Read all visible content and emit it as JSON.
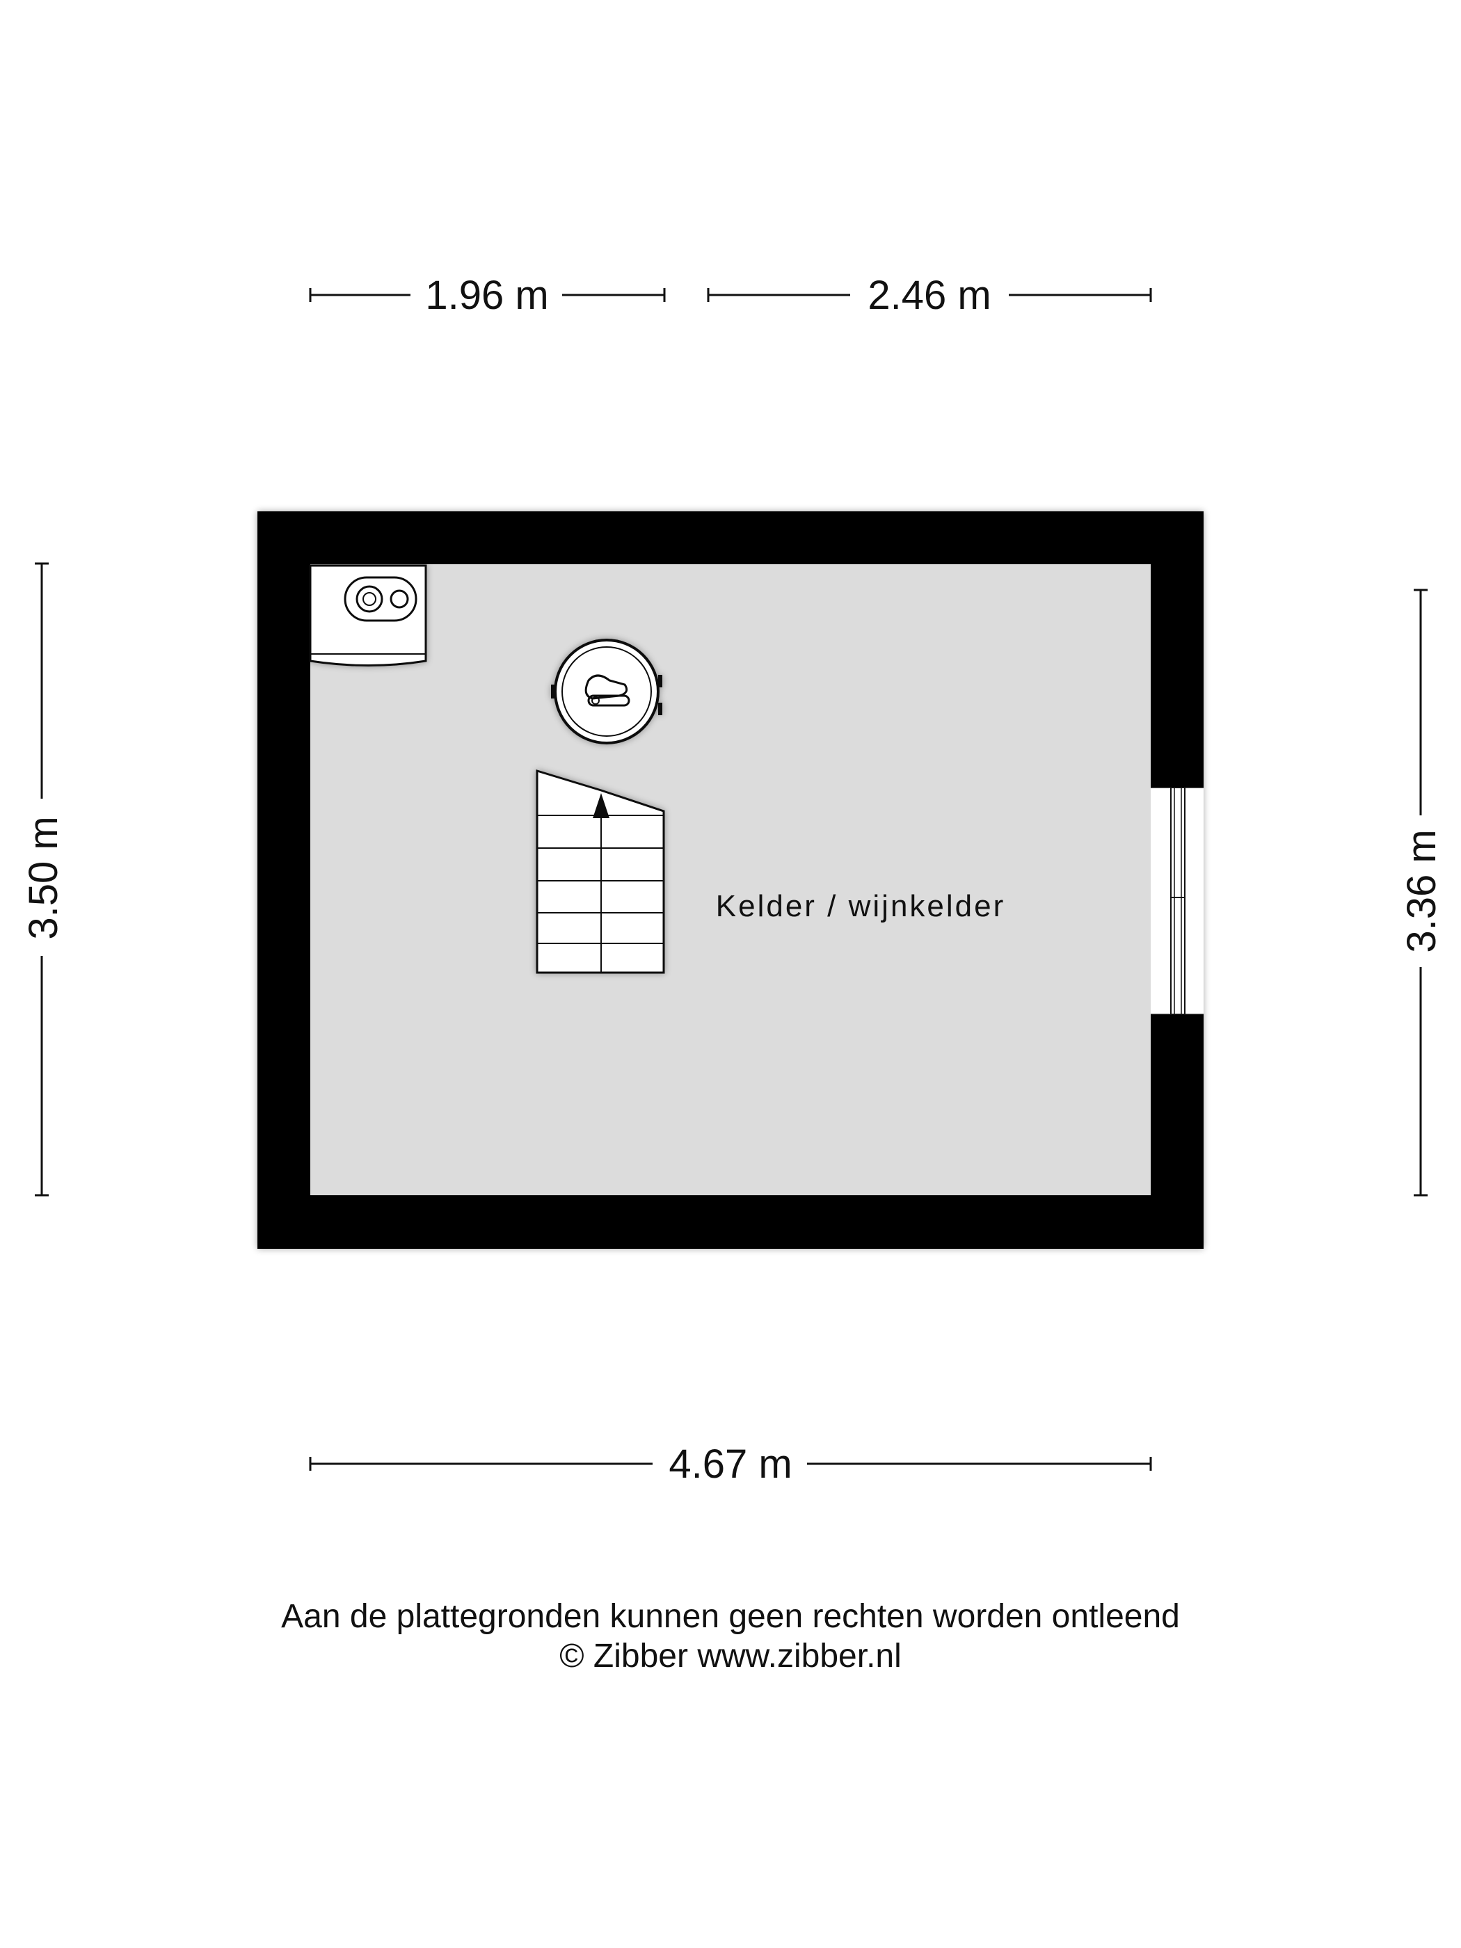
{
  "dimensions": {
    "top_left": "1.96 m",
    "top_right": "2.46 m",
    "bottom": "4.67 m",
    "left": "3.50 m",
    "right": "3.36 m"
  },
  "room": {
    "label": "Kelder / wijnkelder"
  },
  "footer": {
    "disclaimer": "Aan de plattegronden kunnen geen rechten worden ontleend",
    "copyright": "© Zibber www.zibber.nl"
  },
  "colors": {
    "wall": "#000000",
    "floor": "#dcdcdc",
    "fixture": "#ffffff"
  },
  "icons": {
    "boiler": "boiler-icon",
    "sump": "sump-pump-icon",
    "stairs": "staircase-icon",
    "window": "window-icon"
  }
}
